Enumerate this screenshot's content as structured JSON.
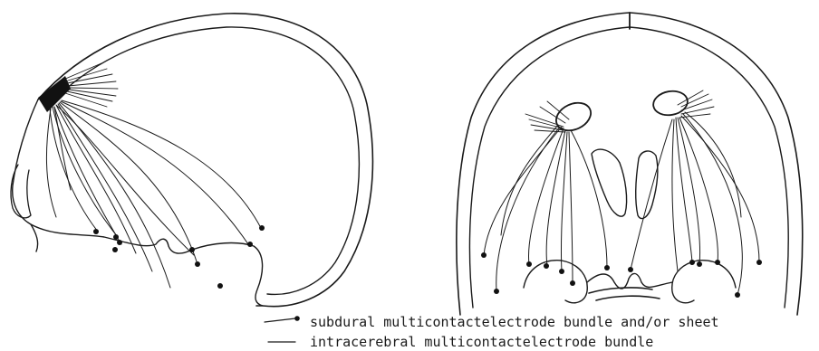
{
  "figure": {
    "views": [
      "lateral-brain-view",
      "coronal-brain-view"
    ]
  },
  "legend": {
    "items": [
      {
        "symbol": "line-with-dot",
        "label": "subdural multicontactelectrode bundle and/or sheet"
      },
      {
        "symbol": "plain-line",
        "label": "intracerebral multicontactelectrode bundle"
      }
    ]
  }
}
